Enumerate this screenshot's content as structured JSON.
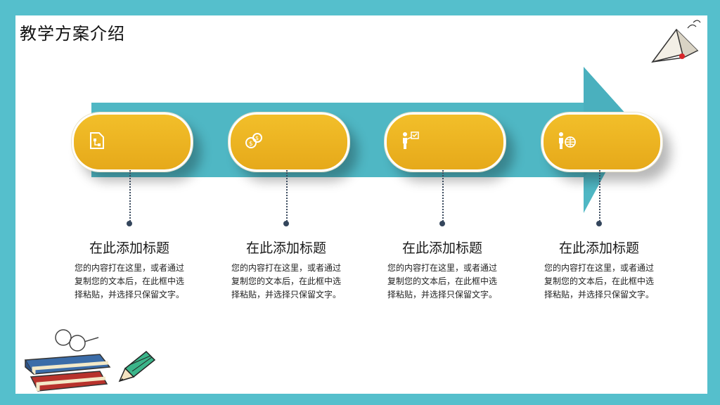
{
  "page_title": "教学方案介绍",
  "steps": [
    {
      "icon": "flowchart-icon",
      "title": "在此添加标题",
      "body": "您的内容打在这里，或者通过复制您的文本后，在此框中选择粘贴，并选择只保留文字。"
    },
    {
      "icon": "coins-icon",
      "title": "在此添加标题",
      "body": "您的内容打在这里，或者通过复制您的文本后，在此框中选择粘贴，并选择只保留文字。"
    },
    {
      "icon": "presenter-checklist-icon",
      "title": "在此添加标题",
      "body": "您的内容打在这里，或者通过复制您的文本后，在此框中选择粘贴，并选择只保留文字。"
    },
    {
      "icon": "presenter-globe-icon",
      "title": "在此添加标题",
      "body": "您的内容打在这里，或者通过复制您的文本后，在此框中选择粘贴，并选择只保留文字。"
    }
  ],
  "colors": {
    "frame": "#55bfcc",
    "arrow": "#4fb7c4",
    "pill": "#eeb424",
    "connector": "#34465c"
  },
  "decorations": [
    "paper-plane-icon",
    "books-glasses-icon",
    "pencil-icon"
  ]
}
